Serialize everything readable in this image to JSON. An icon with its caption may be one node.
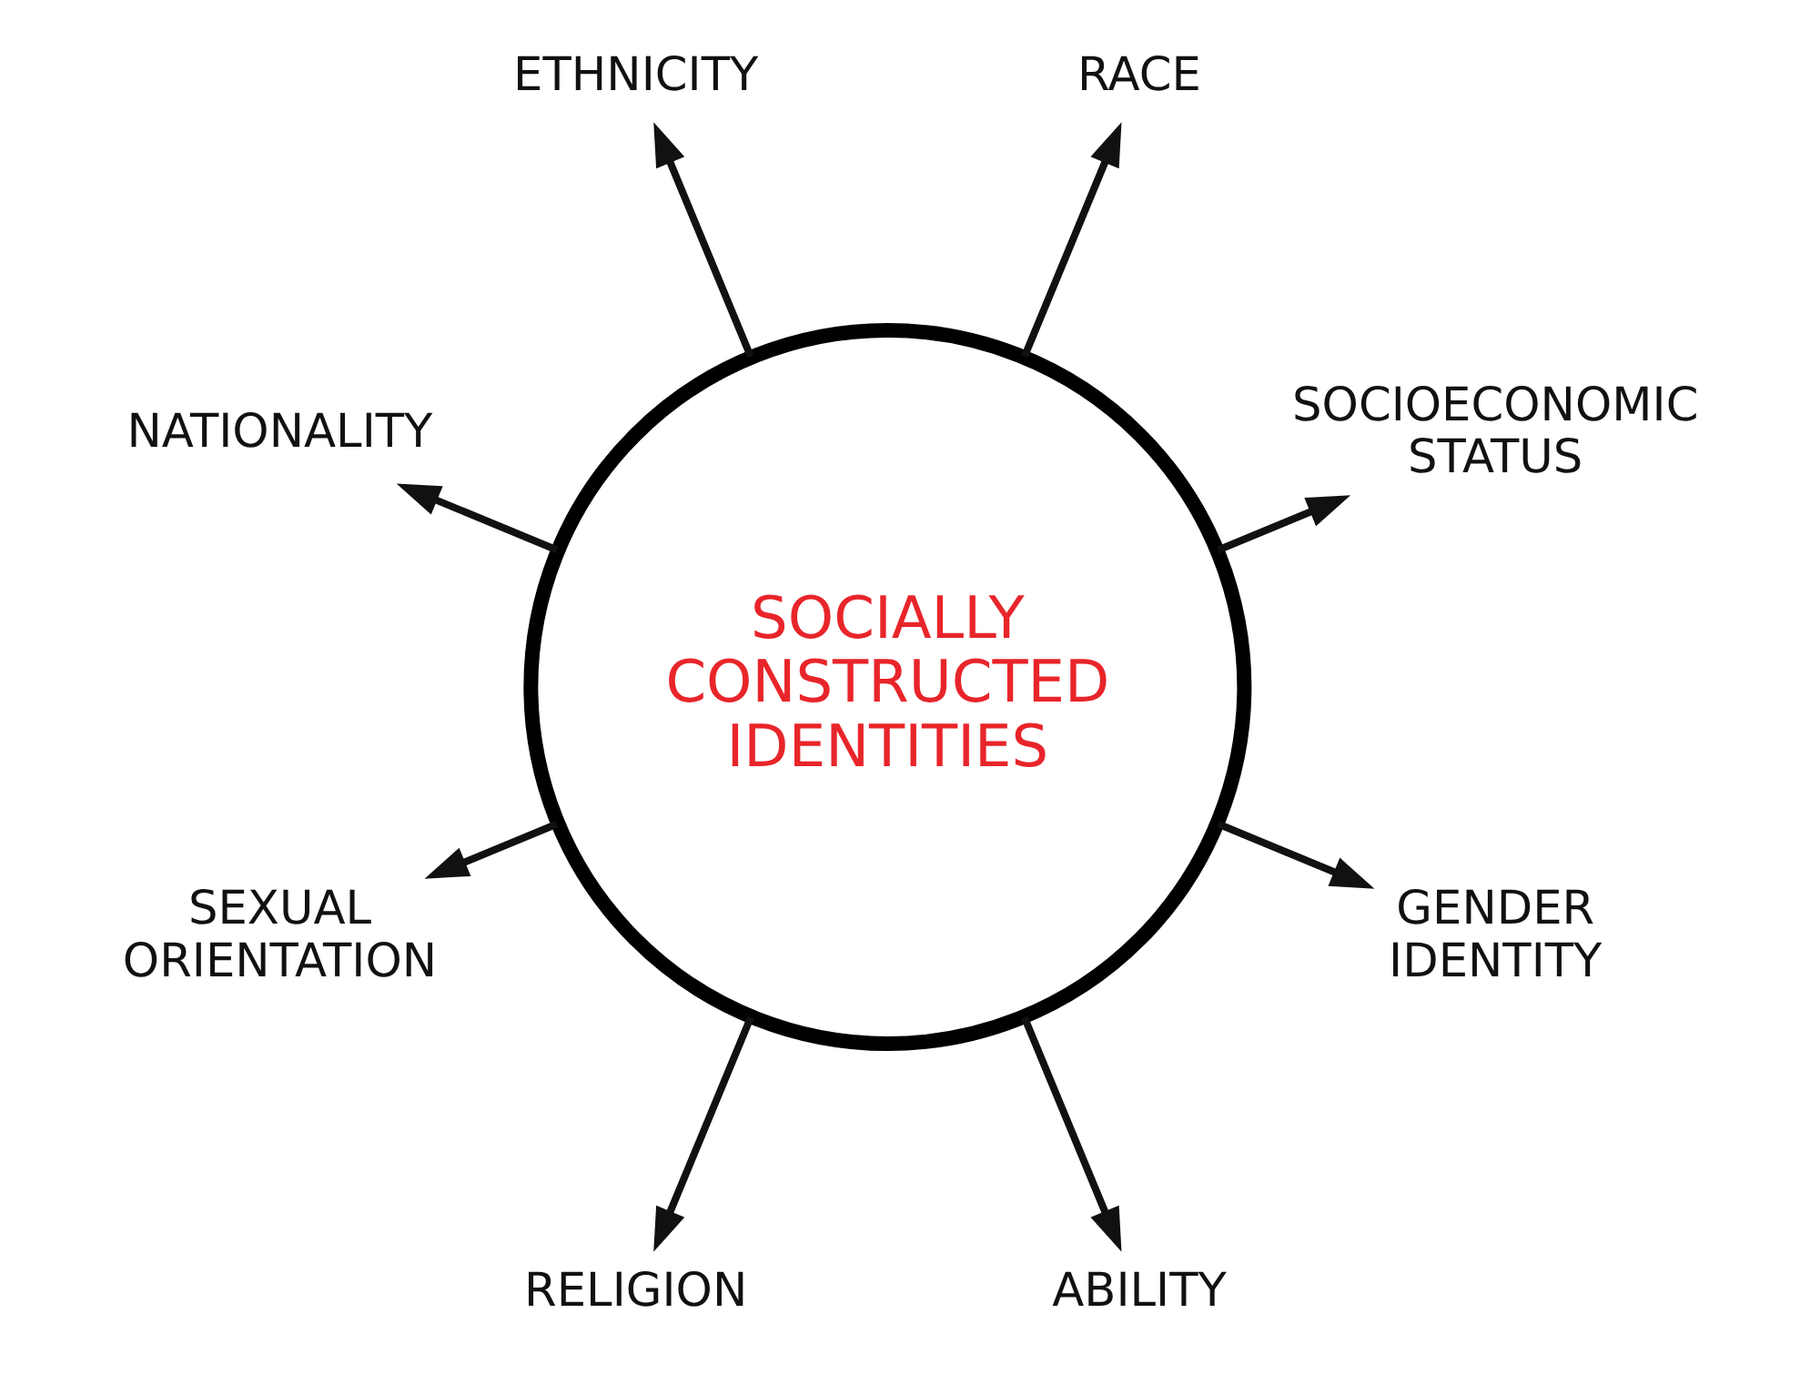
{
  "diagram": {
    "nodes": [
      {
        "text": [
          "SOCIALLY CONSTRUCTED IDENTITIES"
        ]
      },
      {
        "text": [
          "SOCIOECONOMIC STATUS"
        ]
      },
      {
        "text": [
          "RACE"
        ]
      },
      {
        "text": [
          "ETHNICITY"
        ]
      },
      {
        "text": [
          "NATIONALITY"
        ]
      },
      {
        "text": [
          "SEXUAL ORIENTATION"
        ]
      },
      {
        "text": [
          "RELIGION"
        ]
      },
      {
        "text": [
          "ABILITY"
        ]
      },
      {
        "text": [
          "GENDER IDENTITY"
        ]
      }
    ],
    "edges": [
      {
        "from": 0,
        "to": 1,
        "arrow": "to"
      },
      {
        "from": 0,
        "to": 3,
        "arrow": "to"
      },
      {
        "from": 0,
        "to": 5,
        "arrow": "to"
      },
      {
        "from": 0,
        "to": 7,
        "arrow": "to"
      },
      {
        "from": 0,
        "to": 8,
        "arrow": "to"
      },
      {
        "from": 0,
        "to": 6,
        "arrow": "to"
      },
      {
        "from": 0,
        "to": 4,
        "arrow": "to"
      },
      {
        "from": 0,
        "to": 2,
        "arrow": "to"
      }
    ]
  }
}
